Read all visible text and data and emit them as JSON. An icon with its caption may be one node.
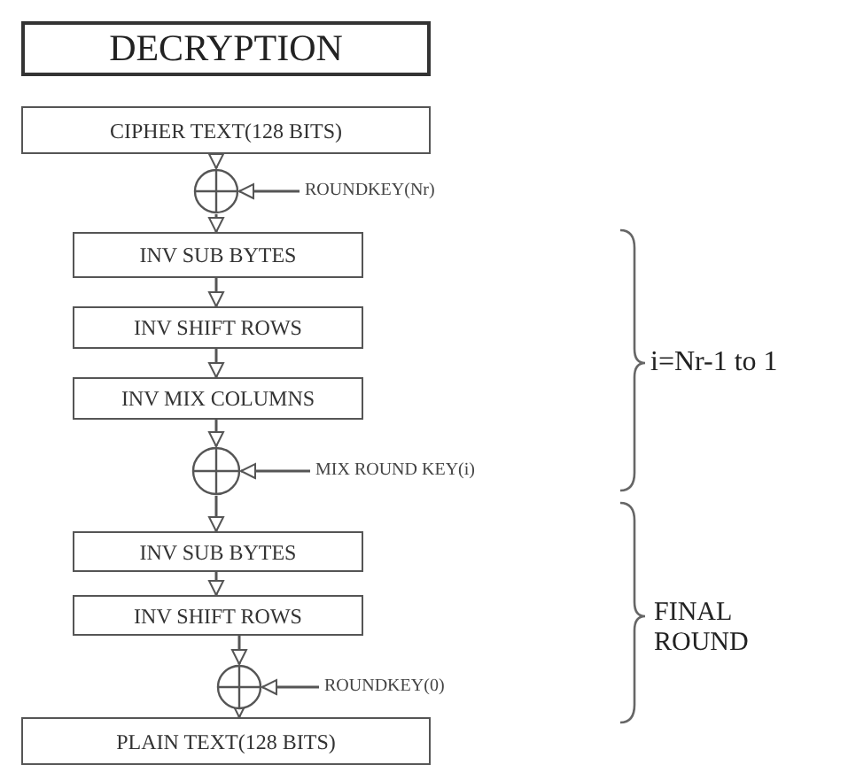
{
  "diagram": {
    "title": "DECRYPTION",
    "nodes": [
      {
        "text": [
          "CIPHER TEXT(128 BITS)"
        ]
      },
      {
        "text": [],
        "shape": "circle"
      },
      {
        "text": [
          "ROUNDKEY(Nr)"
        ]
      },
      {
        "text": [
          "INV SUB BYTES"
        ]
      },
      {
        "text": [
          "INV SHIFT ROWS"
        ]
      },
      {
        "text": [
          "INV MIX COLUMNS"
        ]
      },
      {
        "text": [],
        "shape": "circle"
      },
      {
        "text": [
          "MIX ROUND KEY(i)"
        ]
      },
      {
        "text": [
          "INV SUB BYTES"
        ]
      },
      {
        "text": [
          "INV SHIFT ROWS"
        ]
      },
      {
        "text": [],
        "shape": "circle"
      },
      {
        "text": [
          "ROUNDKEY(0)"
        ]
      },
      {
        "text": [
          "PLAIN TEXT(128 BITS)"
        ]
      }
    ],
    "edges": [
      {
        "from": 0,
        "to": 1,
        "arrow": "to"
      },
      {
        "from": 1,
        "to": 3,
        "arrow": "to"
      },
      {
        "from": 2,
        "to": 1,
        "arrow": "to"
      },
      {
        "from": 3,
        "to": 4,
        "arrow": "to"
      },
      {
        "from": 4,
        "to": 5,
        "arrow": "to"
      },
      {
        "from": 5,
        "to": 6,
        "arrow": "to"
      },
      {
        "from": 7,
        "to": 6,
        "arrow": "to"
      },
      {
        "from": 6,
        "to": 8,
        "arrow": "to"
      },
      {
        "from": 8,
        "to": 9,
        "arrow": "to"
      },
      {
        "from": 9,
        "to": 10,
        "arrow": "to"
      },
      {
        "from": 11,
        "to": 10,
        "arrow": "to"
      },
      {
        "from": 10,
        "to": 12,
        "arrow": "to"
      }
    ],
    "labels": [
      "i=Nr-1 to 1",
      "FINAL ROUND"
    ]
  }
}
